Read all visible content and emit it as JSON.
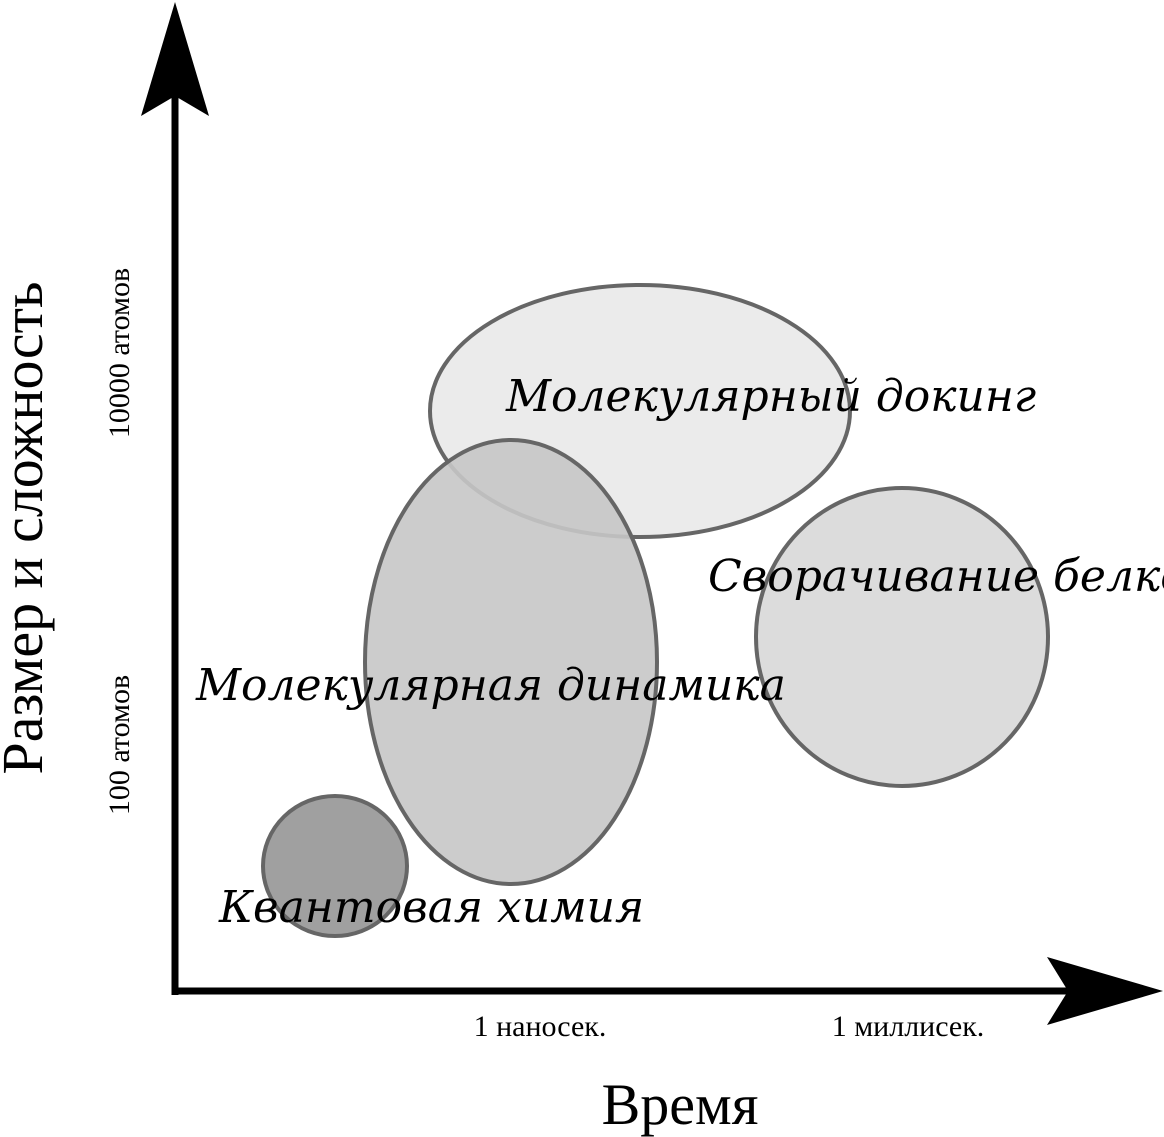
{
  "axes": {
    "x_title": "Время",
    "y_title": "Размер и сложность",
    "x_ticks": [
      "1 наносек.",
      "1 миллисек."
    ],
    "y_ticks": [
      "100 атомов",
      "10000 атомов"
    ]
  },
  "regions": [
    {
      "label": "Квантовая химия",
      "fill": "#a0a0a0"
    },
    {
      "label": "Молекулярная динамика",
      "fill": "#c6c6c6"
    },
    {
      "label": "Молекулярный докинг",
      "fill": "#ebebeb"
    },
    {
      "label": "Сворачивание белков",
      "fill": "#dcdcdc"
    }
  ],
  "colors": {
    "outline": "#666666",
    "axis": "#000000"
  }
}
